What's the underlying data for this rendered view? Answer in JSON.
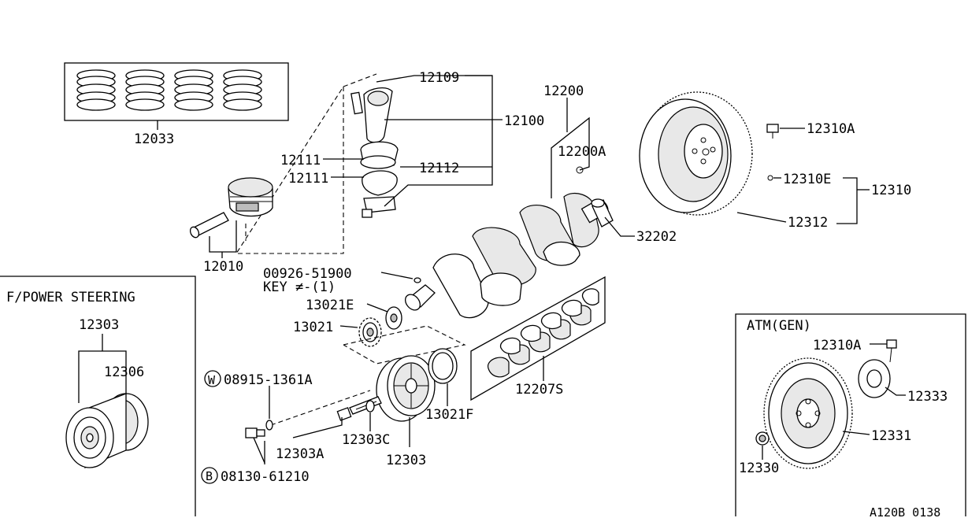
{
  "panels": {
    "power_steering": {
      "title": "F/POWER STEERING"
    },
    "atm": {
      "title": "ATM(GEN)"
    }
  },
  "parts": {
    "p12033": "12033",
    "p12109": "12109",
    "p12100": "12100",
    "p12111a": "12111",
    "p12111b": "12111",
    "p12112": "12112",
    "p12010": "12010",
    "p12200": "12200",
    "p12200A": "12200A",
    "p32202": "32202",
    "p12310A": "12310A",
    "p12310E": "12310E",
    "p12310": "12310",
    "p12312": "12312",
    "key_code": "00926-51900",
    "key_label": "KEY ≠-(1)",
    "p13021E": "13021E",
    "p13021": "13021",
    "p13021F": "13021F",
    "p12207S": "12207S",
    "washer_code": "08915-1361A",
    "washer_symbol": "W",
    "p12303A": "12303A",
    "p12303C": "12303C",
    "p12303": "12303",
    "bolt_code": "08130-61210",
    "bolt_symbol": "B",
    "ps_12303": "12303",
    "ps_12306": "12306",
    "atm_12310A": "12310A",
    "atm_12333": "12333",
    "atm_12331": "12331",
    "atm_12330": "12330"
  },
  "figure_code": "A120B 0138",
  "icons": [
    "piston-ring-set-icon",
    "connecting-rod-icon",
    "piston-icon",
    "piston-pin-icon",
    "crankshaft-icon",
    "flywheel-icon",
    "crank-pulley-icon",
    "sprocket-icon",
    "bearing-set-icon",
    "drive-plate-icon"
  ]
}
